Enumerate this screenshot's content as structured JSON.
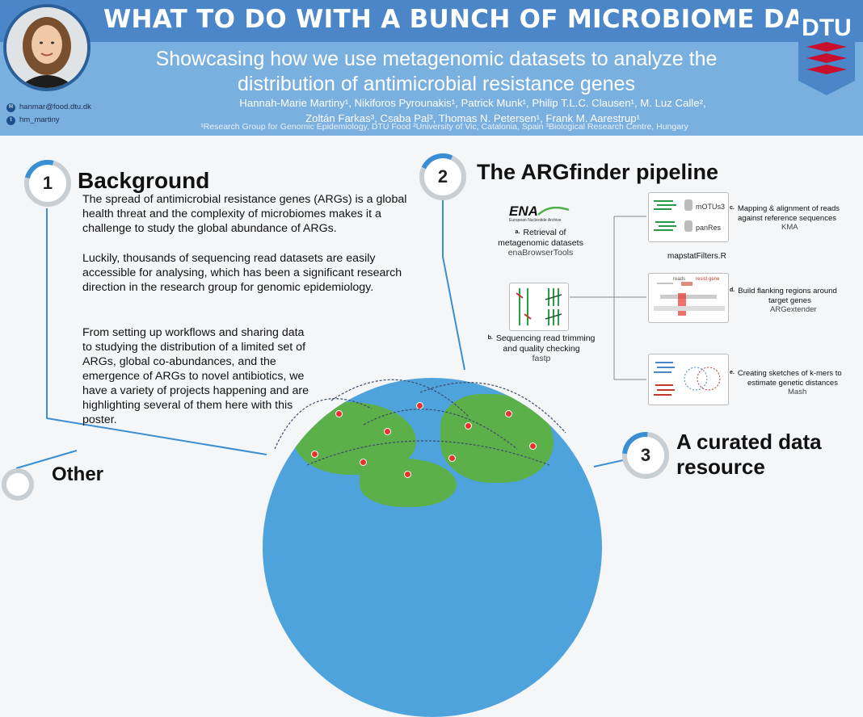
{
  "header": {
    "title": "WHAT TO DO WITH A BUNCH OF MICROBIOME DATA?",
    "subtitle": "Showcasing how we use metagenomic datasets to analyze the distribution of antimicrobial resistance genes",
    "authors_line1": "Hannah-Marie Martiny¹, Nikiforos Pyrounakis¹, Patrick Munk¹, Philip T.L.C. Clausen¹, M. Luz Calle²,",
    "authors_line2": "Zoltán Farkas³, Csaba Pal³, Thomas N. Petersen¹, Frank M. Aarestrup¹",
    "affiliations": "¹Research Group for Genomic Epidemiology, DTU Food ²University of Vic, Catalonia, Spain ³Biological Research Centre, Hungary",
    "logo_text": "DTU",
    "email": "hanmar@food.dtu.dk",
    "twitter": "hm_martiny",
    "colors": {
      "band": "#4a86c8",
      "light": "#7ab0df",
      "dtu_red": "#c8102e"
    }
  },
  "sections": {
    "background": {
      "number": "1",
      "heading": "Background",
      "p1": "The spread of antimicrobial resistance genes (ARGs) is a global health threat and the complexity of microbiomes makes it a challenge to study the global abundance of ARGs.",
      "p2": "Luckily, thousands of sequencing read datasets are easily accessible for analysing, which has been a significant research direction in the research group for genomic epidemiology.",
      "p3": "From setting up workflows and sharing data to studying the distribution of a limited set of ARGs, global co-abundances, and the emergence of ARGs to novel antibiotics, we have a variety of projects happening and are highlighting several of them here with this poster."
    },
    "pipeline": {
      "number": "2",
      "heading": "The ARGfinder pipeline",
      "ena_logo": "ENA",
      "ena_sub": "European Nucleotide Archive",
      "step_a": {
        "label": "a.",
        "line1": "Retrieval of",
        "line2": "metagenomic datasets",
        "tool": "enaBrowserTools"
      },
      "step_b": {
        "label": "b.",
        "line1": "Sequencing read trimming",
        "line2": "and quality checking",
        "tool": "fastp"
      },
      "step_c": {
        "label": "c.",
        "line1": "Mapping & alignment of reads",
        "line2": "against reference sequences",
        "tool": "KMA"
      },
      "step_d": {
        "label": "d.",
        "line1": "Build flanking regions around",
        "line2": "target genes",
        "tool": "ARGextender"
      },
      "step_e": {
        "label": "e.",
        "line1": "Creating sketches of k-mers to",
        "line2": "estimate genetic distances",
        "tool": "Mash"
      },
      "db1": "mOTUs3",
      "db2": "panRes",
      "filter": "mapstatFilters.R",
      "reads_label": "reads",
      "gene_label": "resist gene"
    },
    "curated": {
      "number": "3",
      "heading_line1": "A curated data",
      "heading_line2": "resource"
    },
    "other": {
      "heading": "Other"
    }
  }
}
